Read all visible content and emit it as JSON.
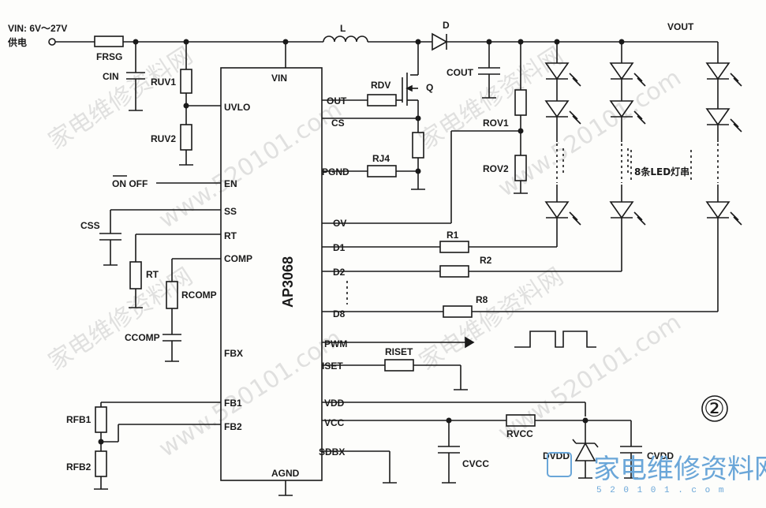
{
  "labels": {
    "vin_supply_1": "VIN: 6V～27V",
    "vin_supply_2": "供电",
    "frsg": "FRSG",
    "cin": "CIN",
    "ruv1": "RUV1",
    "ruv2": "RUV2",
    "on_off": "ON OFF",
    "css": "CSS",
    "rt_res": "RT",
    "rcomp": "RCOMP",
    "ccomp": "CCOMP",
    "rfb1": "RFB1",
    "rfb2": "RFB2",
    "inductor": "L",
    "diode": "D",
    "cout": "COUT",
    "rdv": "RDV",
    "q": "Q",
    "rj4": "RJ4",
    "rov1": "ROV1",
    "rov2": "ROV2",
    "vout": "VOUT",
    "led_strings": "8条LED灯串",
    "r1": "R1",
    "r2": "R2",
    "r8": "R8",
    "pwm_label": "PWM",
    "riset": "RISET",
    "rvcc": "RVCC",
    "cvcc": "CVCC",
    "dvdd": "DVDD",
    "cvdd": "CVDD",
    "figure_number": "②"
  },
  "chip": {
    "name": "AP3068",
    "pins_left": [
      "UVLO",
      "EN",
      "SS",
      "RT",
      "COMP",
      "FBX",
      "FB1",
      "FB2"
    ],
    "pins_right": [
      "OUT",
      "CS",
      "PGND",
      "OV",
      "D1",
      "D2",
      "D8",
      "PWM",
      "ISET",
      "VDD",
      "VCC",
      "SDBX"
    ],
    "pin_top": "VIN",
    "pin_bottom": "AGND"
  },
  "watermark": {
    "cn": "家电维修资料网",
    "url": "www.520101.com",
    "logo": "家电维修资料网",
    "logo_url": "5 2 0 1 0 1 . c o m"
  },
  "colors": {
    "ink": "#1a1a1a",
    "watermark": "#c9c9c9",
    "logo": "#6aa6d8"
  }
}
